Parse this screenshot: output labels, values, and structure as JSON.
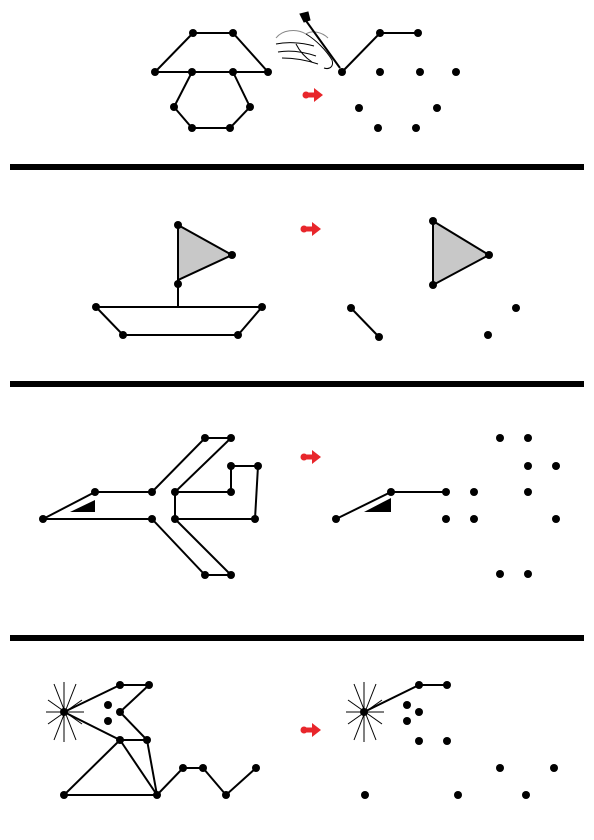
{
  "worksheet": {
    "instruction": "",
    "colors": {
      "ink": "#000000",
      "arrow": "#e8262b",
      "fill": "#c8c8c8",
      "background": "#ffffff"
    },
    "icons": [
      "pencil-hand-icon",
      "arrow-right-icon"
    ],
    "exercises": [
      {
        "name": "mushroom",
        "model": "complete-outline",
        "task": "connect-the-dots"
      },
      {
        "name": "sailboat",
        "model": "complete-outline",
        "task": "connect-the-dots"
      },
      {
        "name": "airplane",
        "model": "complete-outline",
        "task": "connect-the-dots"
      },
      {
        "name": "cat",
        "model": "complete-outline",
        "task": "connect-the-dots"
      }
    ]
  }
}
